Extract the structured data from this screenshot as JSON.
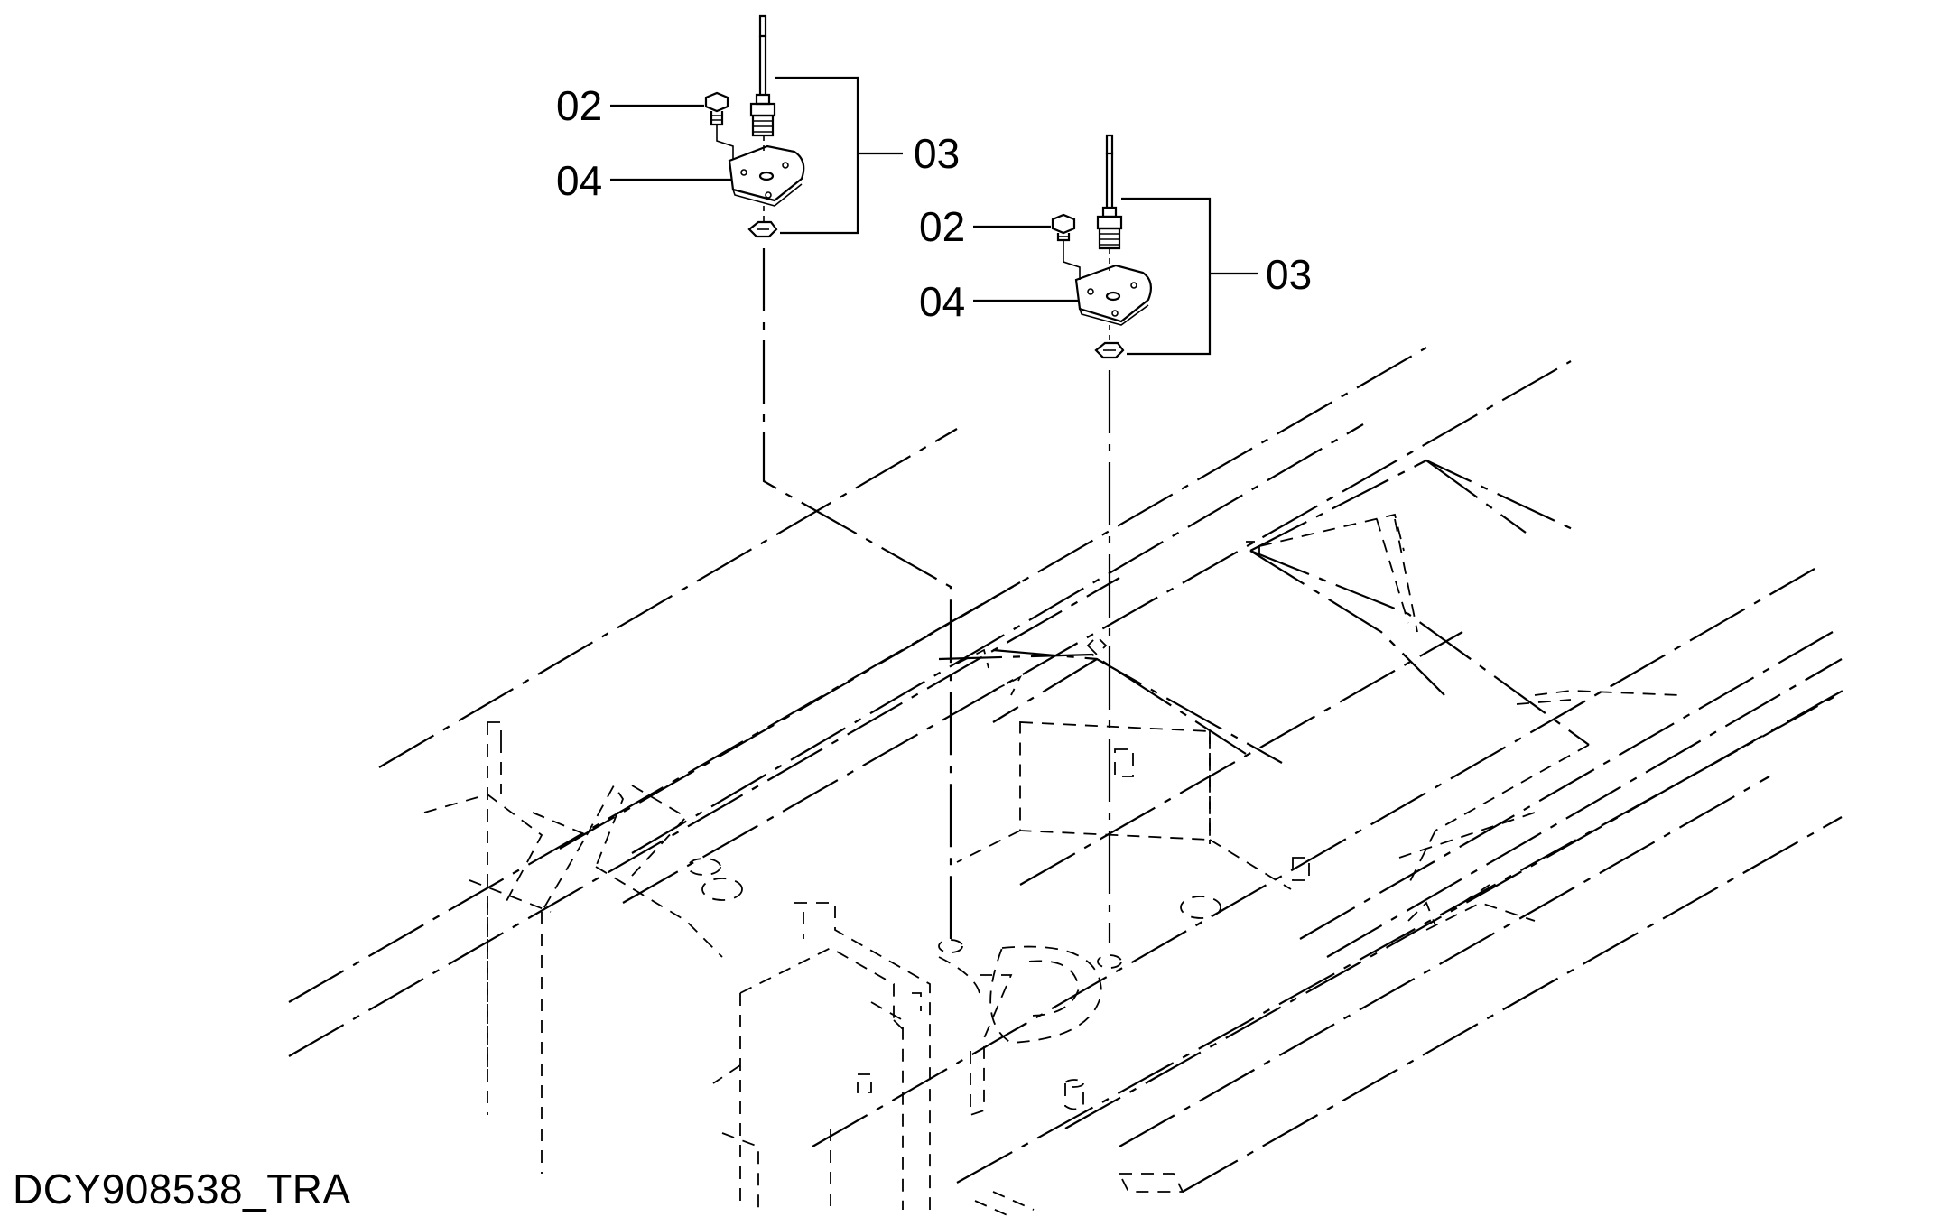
{
  "diagram": {
    "caption": "DCY908538_TRA",
    "callouts": {
      "left": {
        "bolt": "02",
        "bracket": "04",
        "sensor_assembly": "03"
      },
      "right": {
        "bolt": "02",
        "bracket": "04",
        "sensor_assembly": "03"
      }
    },
    "colors": {
      "line": "#000000",
      "background": "#ffffff"
    }
  }
}
